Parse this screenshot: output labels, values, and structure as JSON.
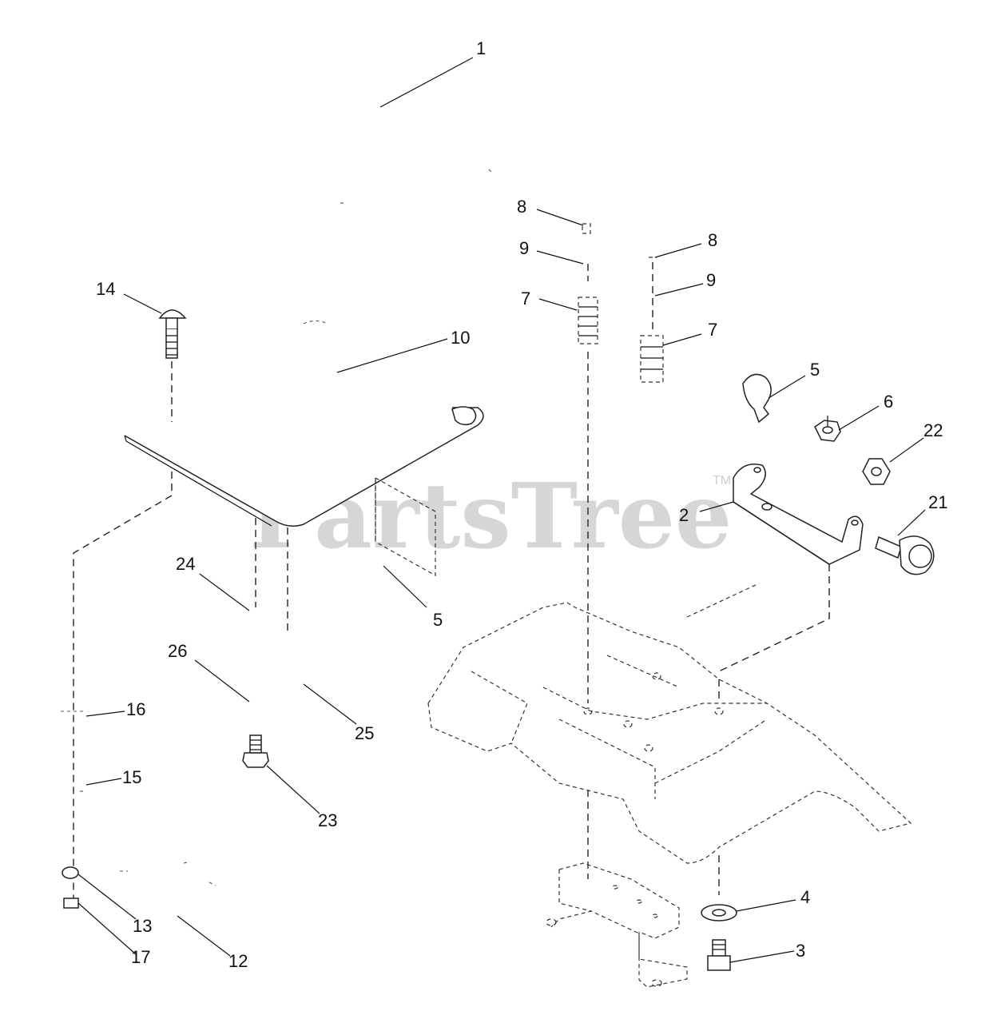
{
  "watermark": {
    "text": "PartsTree",
    "trademark": "TM"
  },
  "callouts": [
    {
      "id": "c1",
      "label": "1"
    },
    {
      "id": "c8a",
      "label": "8"
    },
    {
      "id": "c9a",
      "label": "9"
    },
    {
      "id": "c7a",
      "label": "7"
    },
    {
      "id": "c8b",
      "label": "8"
    },
    {
      "id": "c9b",
      "label": "9"
    },
    {
      "id": "c7b",
      "label": "7"
    },
    {
      "id": "c14",
      "label": "14"
    },
    {
      "id": "c10",
      "label": "10"
    },
    {
      "id": "c5a",
      "label": "5"
    },
    {
      "id": "c6",
      "label": "6"
    },
    {
      "id": "c22",
      "label": "22"
    },
    {
      "id": "c2",
      "label": "2"
    },
    {
      "id": "c21",
      "label": "21"
    },
    {
      "id": "c24",
      "label": "24"
    },
    {
      "id": "c5b",
      "label": "5"
    },
    {
      "id": "c26",
      "label": "26"
    },
    {
      "id": "c16",
      "label": "16"
    },
    {
      "id": "c25",
      "label": "25"
    },
    {
      "id": "c15",
      "label": "15"
    },
    {
      "id": "c23",
      "label": "23"
    },
    {
      "id": "c4",
      "label": "4"
    },
    {
      "id": "c13",
      "label": "13"
    },
    {
      "id": "c3",
      "label": "3"
    },
    {
      "id": "c17",
      "label": "17"
    },
    {
      "id": "c12",
      "label": "12"
    }
  ]
}
